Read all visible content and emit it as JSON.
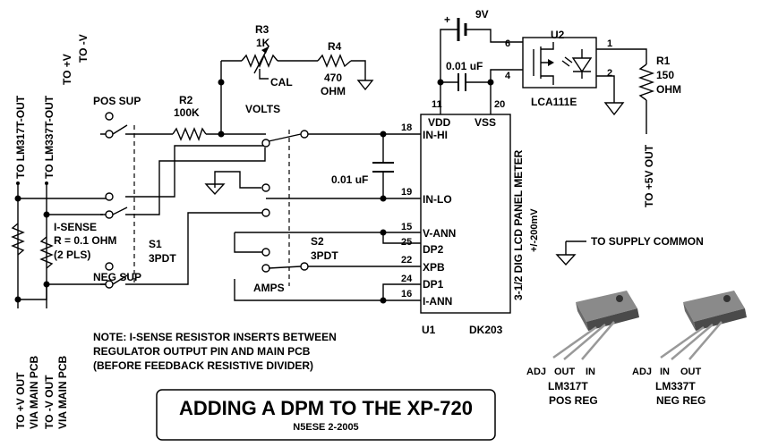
{
  "title": "ADDING A DPM TO THE XP-720",
  "credit": "N5ESE  2-2005",
  "battery": {
    "polarity": "+",
    "voltage": "9V"
  },
  "opto": {
    "ref": "U2",
    "part": "LCA111E",
    "pins": {
      "p6": "6",
      "p4": "4",
      "p1": "1",
      "p2": "2"
    }
  },
  "r1": {
    "ref": "R1",
    "value": "150",
    "unit": "OHM"
  },
  "r2": {
    "ref": "R2",
    "value": "100K"
  },
  "r3": {
    "ref": "R3",
    "value": "1K",
    "cal": "CAL"
  },
  "r4": {
    "ref": "R4",
    "value": "470",
    "unit": "OHM"
  },
  "labels": {
    "to_pos_v": "TO +V",
    "to_neg_v": "TO -V",
    "pos_sup": "POS SUP",
    "neg_sup": "NEG SUP",
    "volts": "VOLTS",
    "amps": "AMPS",
    "lm317_out": "TO LM317T-OUT",
    "lm337_out": "TO LM337T-OUT",
    "pcb_pos_1": "TO +V OUT",
    "pcb_pos_2": "VIA MAIN PCB",
    "pcb_neg_1": "TO -V OUT",
    "pcb_neg_2": "VIA MAIN PCB",
    "isense": "I-SENSE",
    "isense_r": "R = 0.1 OHM",
    "isense_pls": "(2 PLS)",
    "to_5v": "TO +5V OUT",
    "to_common": "TO SUPPLY COMMON"
  },
  "s1": {
    "ref": "S1",
    "type": "3PDT"
  },
  "s2": {
    "ref": "S2",
    "type": "3PDT"
  },
  "cap_top": "0.01 uF",
  "cap_in": "0.01 uF",
  "meter": {
    "ref": "U1",
    "part": "DK203",
    "desc": "3-1/2 DIG LCD PANEL METER",
    "range": "+/-200mV",
    "pins": [
      {
        "num": "11",
        "name": "VDD"
      },
      {
        "num": "20",
        "name": "VSS"
      },
      {
        "num": "18",
        "name": "IN-HI"
      },
      {
        "num": "19",
        "name": "IN-LO"
      },
      {
        "num": "15",
        "name": "V-ANN"
      },
      {
        "num": "25",
        "name": "DP2"
      },
      {
        "num": "22",
        "name": "XPB"
      },
      {
        "num": "24",
        "name": "DP1"
      },
      {
        "num": "16",
        "name": "I-ANN"
      }
    ]
  },
  "note": [
    "NOTE: I-SENSE RESISTOR INSERTS BETWEEN",
    "REGULATOR OUTPUT PIN AND MAIN PCB",
    "(BEFORE FEEDBACK RESISTIVE DIVIDER)"
  ],
  "regs": [
    {
      "pins": [
        "ADJ",
        "OUT",
        "IN"
      ],
      "part": "LM317T",
      "kind": "POS REG"
    },
    {
      "pins": [
        "ADJ",
        "IN",
        "OUT"
      ],
      "part": "LM337T",
      "kind": "NEG REG"
    }
  ]
}
